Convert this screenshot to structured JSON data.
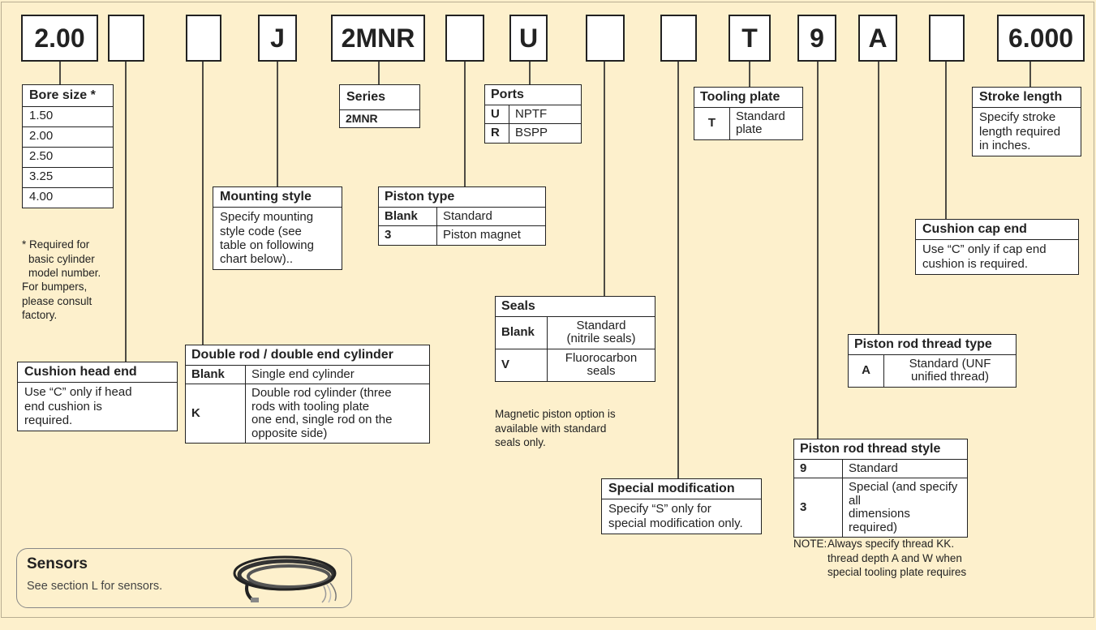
{
  "codes": [
    "2.00",
    "",
    "",
    "J",
    "2MNR",
    "",
    "U",
    "",
    "",
    "T",
    "9",
    "A",
    "",
    "6.000"
  ],
  "bore": {
    "title": "Bore size *",
    "rows": [
      "1.50",
      "2.00",
      "2.50",
      "3.25",
      "4.00"
    ],
    "note1": "* Required for\nbasic cylinder\nmodel number.",
    "note2": "For bumpers,\nplease consult\nfactory."
  },
  "cushion_head": {
    "title": "Cushion head end",
    "text": "Use “C” only if head\nend cushion is\nrequired."
  },
  "mounting": {
    "title": "Mounting style",
    "text": "Specify mounting\nstyle code (see\ntable on following\nchart below).."
  },
  "double_rod": {
    "title": "Double rod / double end cylinder",
    "rows": [
      {
        "code": "Blank",
        "desc": "Single end cylinder"
      },
      {
        "code": "K",
        "desc": "Double rod cylinder (three\nrods with tooling plate\none end, single rod on the\nopposite side)"
      }
    ]
  },
  "series": {
    "title": "Series",
    "value": "2MNR"
  },
  "piston_type": {
    "title": "Piston type",
    "rows": [
      {
        "code": "Blank",
        "desc": "Standard"
      },
      {
        "code": "3",
        "desc": "Piston magnet"
      }
    ]
  },
  "ports": {
    "title": "Ports",
    "rows": [
      {
        "code": "U",
        "desc": "NPTF"
      },
      {
        "code": "R",
        "desc": "BSPP"
      }
    ]
  },
  "seals": {
    "title": "Seals",
    "rows": [
      {
        "code": "Blank",
        "desc": "Standard\n(nitrile seals)"
      },
      {
        "code": "V",
        "desc": "Fluorocarbon\nseals"
      }
    ],
    "note": "Magnetic piston option is\navailable with standard\nseals only."
  },
  "special_mod": {
    "title": "Special modification",
    "text": "Specify “S” only for\nspecial modification only."
  },
  "tooling": {
    "title": "Tooling plate",
    "rows": [
      {
        "code": "T",
        "desc": "Standard\nplate"
      }
    ]
  },
  "rod_thread_style": {
    "title": "Piston rod thread style",
    "rows": [
      {
        "code": "9",
        "desc": "Standard"
      },
      {
        "code": "3",
        "desc": "Special (and specify all\ndimensions required)"
      }
    ],
    "note_label": "NOTE:",
    "note": "Always specify thread KK.\nthread depth A and W when\nspecial tooling plate requires"
  },
  "rod_thread_type": {
    "title": "Piston rod thread type",
    "rows": [
      {
        "code": "A",
        "desc": "Standard (UNF\nunified thread)"
      }
    ]
  },
  "cushion_cap": {
    "title": "Cushion cap end",
    "text": "Use “C” only if cap end\ncushion is required."
  },
  "stroke": {
    "title": "Stroke length",
    "text": "Specify stroke\nlength required\nin inches."
  },
  "sensors": {
    "title": "Sensors",
    "text": "See section L for sensors.",
    "image": "sensor-cable-image"
  },
  "colors": {
    "background": "#fdf0cc",
    "border": "#222222",
    "box": "#ffffff"
  }
}
